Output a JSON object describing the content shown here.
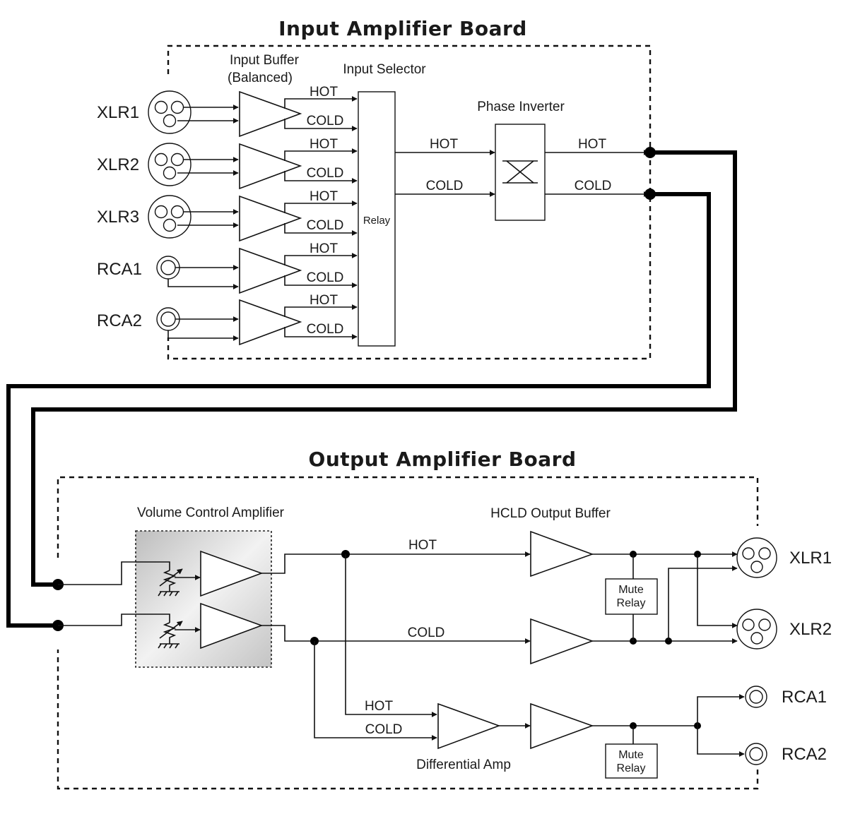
{
  "input_board": {
    "title": "Input Amplifier Board",
    "buffer_label_1": "Input Buffer",
    "buffer_label_2": "(Balanced)",
    "selector_label": "Input Selector",
    "relay_label": "Relay",
    "phase_label": "Phase Inverter",
    "inputs": [
      "XLR1",
      "XLR2",
      "XLR3",
      "RCA1",
      "RCA2"
    ],
    "hot": "HOT",
    "cold": "COLD"
  },
  "output_board": {
    "title": "Output Amplifier Board",
    "volume_label": "Volume Control Amplifier",
    "hcld_label": "HCLD Output Buffer",
    "diff_label": "Differential Amp",
    "mute_1": "Mute",
    "mute_2": "Relay",
    "hot": "HOT",
    "cold": "COLD",
    "outputs": [
      "XLR1",
      "XLR2",
      "RCA1",
      "RCA2"
    ]
  }
}
